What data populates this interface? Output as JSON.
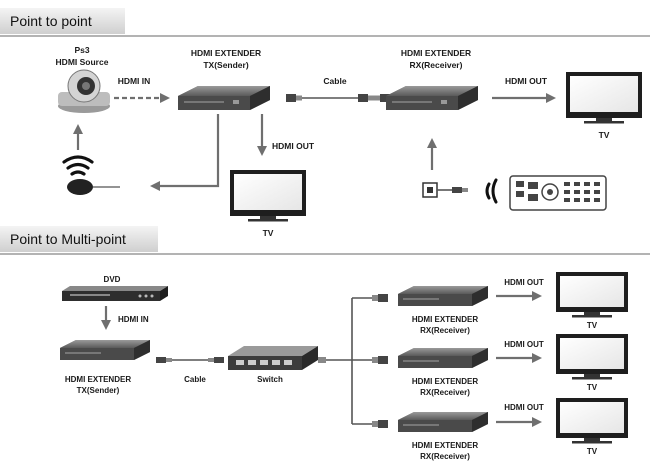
{
  "sections": {
    "p2p_title": "Point to point",
    "p2mp_title": "Point to Multi-point"
  },
  "p2p": {
    "source_line1": "Ps3",
    "source_line2": "HDMI Source",
    "hdmi_in": "HDMI IN",
    "tx_line1": "HDMI EXTENDER",
    "tx_line2": "TX(Sender)",
    "cable": "Cable",
    "rx_line1": "HDMI EXTENDER",
    "rx_line2": "RX(Receiver)",
    "hdmi_out_right": "HDMI OUT",
    "tv_right": "TV",
    "hdmi_out_down": "HDMI OUT",
    "tv_bottom": "TV"
  },
  "p2mp": {
    "dvd": "DVD",
    "hdmi_in": "HDMI IN",
    "tx_line1": "HDMI EXTENDER",
    "tx_line2": "TX(Sender)",
    "cable": "Cable",
    "switch": "Switch",
    "receivers": [
      {
        "line1": "HDMI EXTENDER",
        "line2": "RX(Receiver)",
        "hdmi_out": "HDMI OUT",
        "tv": "TV"
      },
      {
        "line1": "HDMI EXTENDER",
        "line2": "RX(Receiver)",
        "hdmi_out": "HDMI OUT",
        "tv": "TV"
      },
      {
        "line1": "HDMI EXTENDER",
        "line2": "RX(Receiver)",
        "hdmi_out": "HDMI OUT",
        "tv": "TV"
      }
    ]
  }
}
